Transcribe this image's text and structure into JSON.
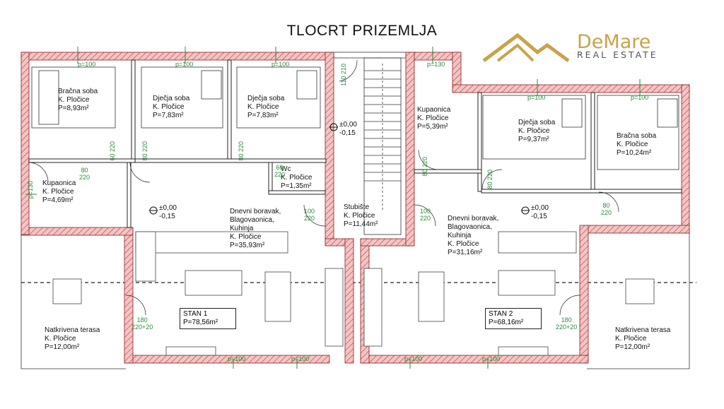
{
  "title": "TLOCRT PRIZEMLJA",
  "logo": {
    "name": "DeMare",
    "subtitle": "REAL ESTATE",
    "brand_color": "#c9a24b"
  },
  "colors": {
    "wall_fill": "#f0b8b8",
    "wall_stroke": "#b03030",
    "opening": "#2a8a3a"
  },
  "rooms": {
    "master_left": {
      "name": "Bračna soba",
      "floor": "K. Pločice",
      "area": "P=8,93m²"
    },
    "kids1": {
      "name": "Dječja soba",
      "floor": "K. Pločice",
      "area": "P=7,83m²"
    },
    "kids2": {
      "name": "Dječja soba",
      "floor": "K. Pločice",
      "area": "P=7,83m²"
    },
    "bath_left": {
      "name": "Kupaonica",
      "floor": "K. Pločice",
      "area": "P=4,69m²"
    },
    "wc": {
      "name": "Wc",
      "floor": "K. Pločice",
      "area": "P=1,35m²"
    },
    "living_left": {
      "l1": "Dnevni boravak,",
      "l2": "Blagovaonica,",
      "l3": "Kuhinja",
      "floor": "K. Pločice",
      "area": "P=35,93m²"
    },
    "stairs": {
      "name": "Stubište",
      "floor": "K. Pločice",
      "area": "P=11,44m²"
    },
    "bath_right": {
      "name": "Kupaonica",
      "floor": "K. Pločice",
      "area": "P=5,39m²"
    },
    "kids3": {
      "name": "Dječja soba",
      "floor": "K. Pločice",
      "area": "P=9,37m²"
    },
    "master_right": {
      "name": "Bračna soba",
      "floor": "K. Pločice",
      "area": "P=10,24m²"
    },
    "living_right": {
      "l1": "Dnevni boravak,",
      "l2": "Blagovaonica,",
      "l3": "Kuhinja",
      "floor": "K. Pločice",
      "area": "P=31,16m²"
    },
    "terrace_left": {
      "name": "Natkrivena terasa",
      "floor": "K. Pločice",
      "area": "P=12,00m²"
    },
    "terrace_right": {
      "name": "Natkrivena terasa",
      "floor": "K. Pločice",
      "area": "P=12,00m²"
    }
  },
  "units": {
    "stan1": {
      "name": "STAN 1",
      "area": "P=78,56m²"
    },
    "stan2": {
      "name": "STAN 2",
      "area": "P=68,16m²"
    }
  },
  "levels": {
    "top": "±0,00",
    "bottom": "-0,15"
  },
  "windows": {
    "w100": "p=100",
    "w130": "p=130"
  },
  "doors": {
    "d110": "110",
    "d220": "220",
    "d210": "210",
    "d80": "80",
    "d60": "60",
    "d100": "100",
    "d180": "180",
    "d220plus20": "220+20"
  }
}
